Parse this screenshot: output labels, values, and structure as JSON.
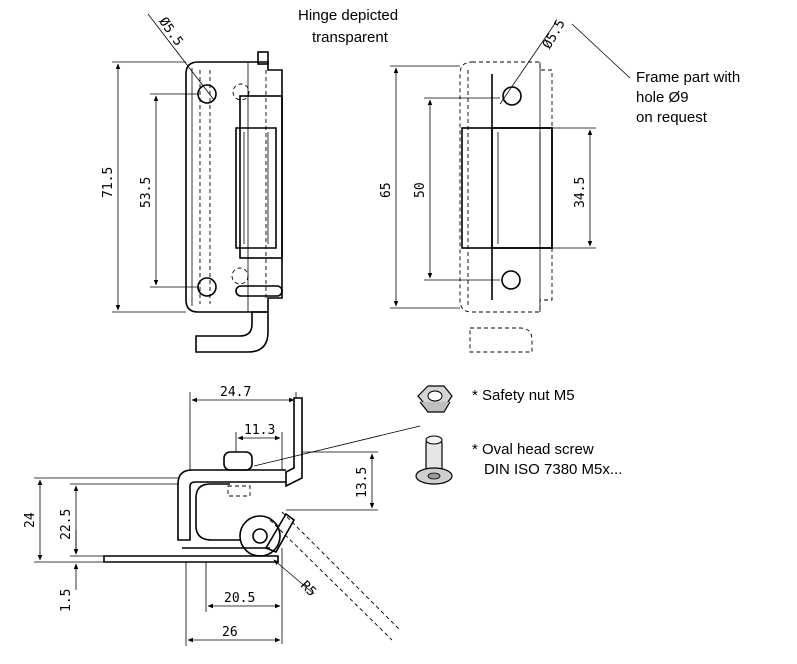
{
  "notes": {
    "title_line1": "Hinge depicted",
    "title_line2": "transparent",
    "frame_line1": "Frame part with",
    "frame_line2": "hole Ø9",
    "frame_line3": "on request",
    "nut": "* Safety nut M5",
    "screw_line1": "* Oval head screw",
    "screw_line2": "DIN ISO 7380 M5x..."
  },
  "dims": {
    "hole_a": "Ø5.5",
    "hole_b": "Ø5.5",
    "height_total": "71.5",
    "height_holes": "53.5",
    "height_frame": "65",
    "frame_holes": "50",
    "leaf_len": "34.5",
    "width_top": "24.7",
    "offset": "11.3",
    "height_13": "13.5",
    "h24": "24",
    "h22": "22.5",
    "t15": "1.5",
    "w205": "20.5",
    "w26": "26",
    "radius": "R5"
  }
}
